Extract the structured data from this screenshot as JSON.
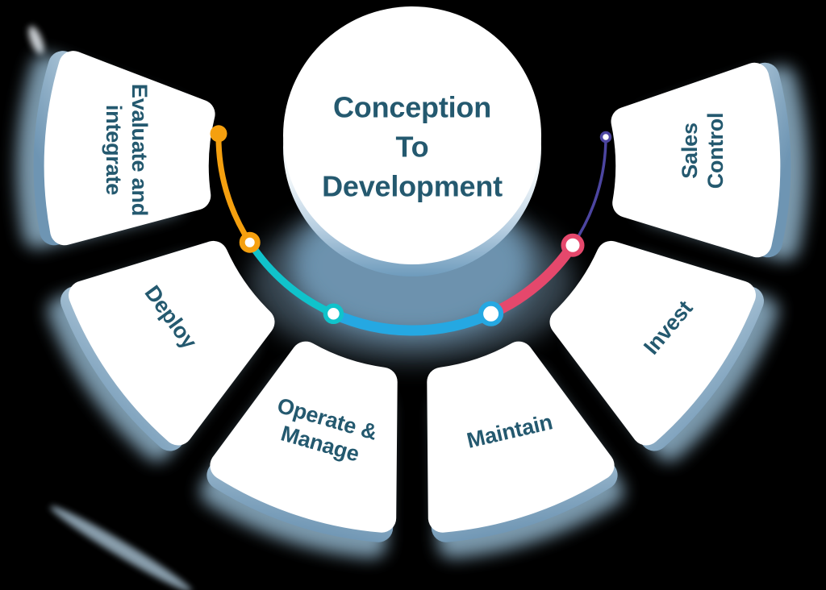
{
  "center": {
    "lines": [
      "Conception",
      "To",
      "Development"
    ]
  },
  "segments": [
    {
      "key": "evaluate-and-integrate",
      "lines": [
        "Evaluate and",
        "integrate"
      ]
    },
    {
      "key": "deploy",
      "lines": [
        "Deploy"
      ]
    },
    {
      "key": "operate-and-manage",
      "lines": [
        "Operate &",
        "Manage"
      ]
    },
    {
      "key": "maintain",
      "lines": [
        "Maintain"
      ]
    },
    {
      "key": "invest",
      "lines": [
        "Invest"
      ]
    },
    {
      "key": "sales-control",
      "lines": [
        "Sales",
        "Control"
      ]
    }
  ],
  "palette": {
    "orange": "#F5A00F",
    "teal": "#10C3CB",
    "blue": "#25A8E2",
    "pink": "#E5486C",
    "purple": "#4C45A0",
    "text": "#24596F",
    "tile": "#FFFFFF",
    "shadow": "#8FB2C9"
  }
}
